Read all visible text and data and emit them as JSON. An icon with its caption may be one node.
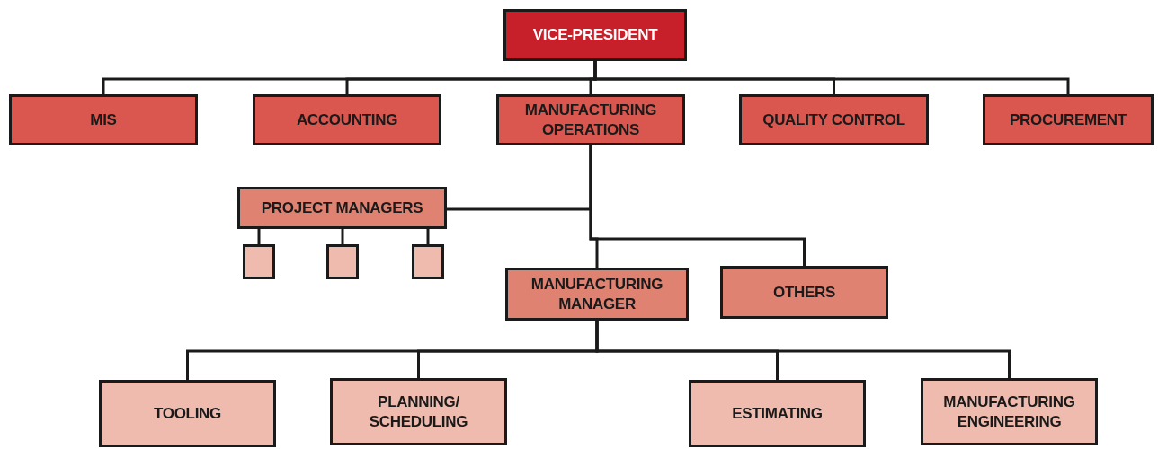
{
  "diagram": {
    "nodes": [
      {
        "text": [
          "VICE-PRESIDENT"
        ]
      },
      {
        "text": [
          "MIS"
        ]
      },
      {
        "text": [
          "ACCOUNTING"
        ]
      },
      {
        "text": [
          "MANUFACTURING OPERATIONS"
        ]
      },
      {
        "text": [
          "QUALITY CONTROL"
        ]
      },
      {
        "text": [
          "PROCUREMENT"
        ]
      },
      {
        "text": [
          "PROJECT MANAGERS"
        ]
      },
      {
        "text": [],
        "shape": "box"
      },
      {
        "text": [],
        "shape": "box"
      },
      {
        "text": [],
        "shape": "box"
      },
      {
        "text": [
          "MANUFACTURING MANAGER"
        ]
      },
      {
        "text": [
          "OTHERS"
        ]
      },
      {
        "text": [
          "TOOLING"
        ]
      },
      {
        "text": [
          "PLANNING/ SCHEDULING"
        ]
      },
      {
        "text": [
          "ESTIMATING"
        ]
      },
      {
        "text": [
          "MANUFACTURING ENGINEERING"
        ]
      }
    ],
    "edges": [
      {
        "from": 0,
        "to": 1,
        "arrow": "none"
      },
      {
        "from": 0,
        "to": 2,
        "arrow": "none"
      },
      {
        "from": 0,
        "to": 3,
        "arrow": "none"
      },
      {
        "from": 0,
        "to": 4,
        "arrow": "none"
      },
      {
        "from": 0,
        "to": 5,
        "arrow": "none"
      },
      {
        "from": 3,
        "to": 6,
        "arrow": "none"
      },
      {
        "from": 6,
        "to": 7,
        "arrow": "none"
      },
      {
        "from": 6,
        "to": 8,
        "arrow": "none"
      },
      {
        "from": 6,
        "to": 9,
        "arrow": "none"
      },
      {
        "from": 3,
        "to": 10,
        "arrow": "none"
      },
      {
        "from": 3,
        "to": 11,
        "arrow": "none"
      },
      {
        "from": 10,
        "to": 12,
        "arrow": "none"
      },
      {
        "from": 10,
        "to": 13,
        "arrow": "none"
      },
      {
        "from": 10,
        "to": 14,
        "arrow": "none"
      },
      {
        "from": 10,
        "to": 15,
        "arrow": "none"
      }
    ]
  }
}
